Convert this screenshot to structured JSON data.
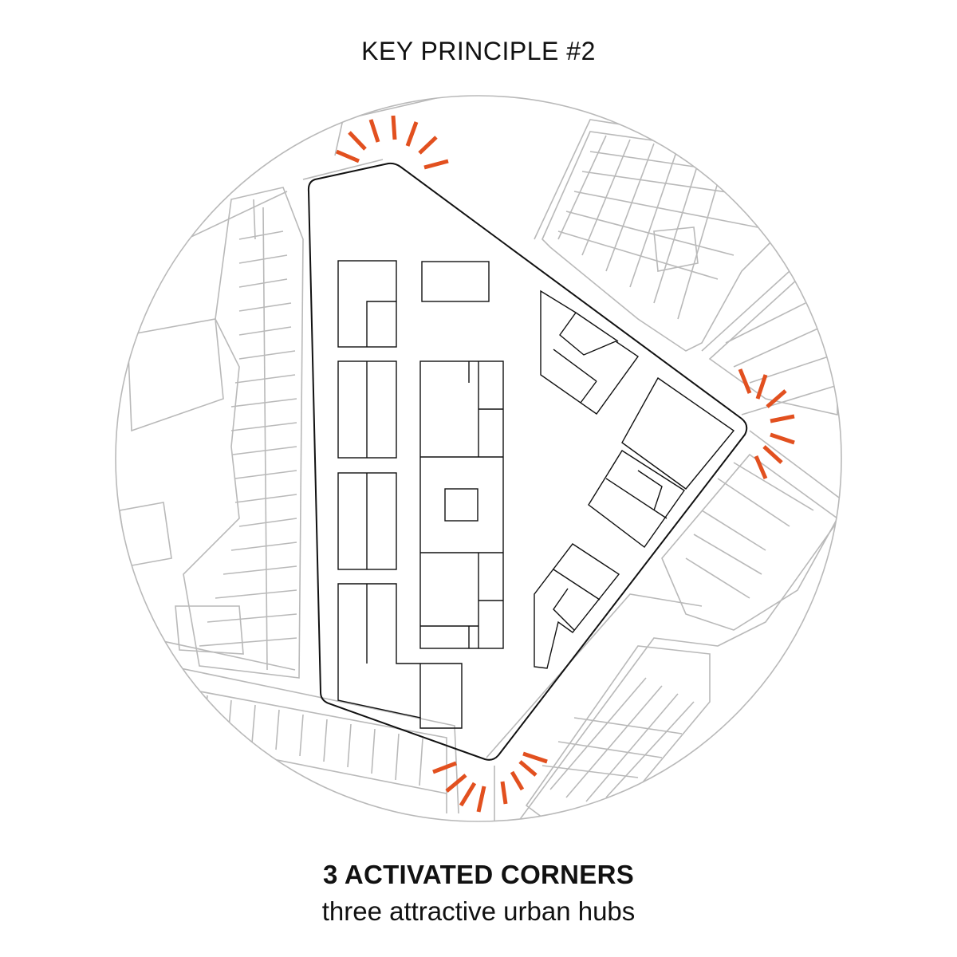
{
  "header": {
    "title": "KEY PRINCIPLE #2"
  },
  "caption": {
    "title": "3 ACTIVATED CORNERS",
    "subtitle": "three attractive urban hubs"
  },
  "colors": {
    "accent": "#e2501f",
    "site_outline": "#111111",
    "context_lines": "#b9b9b9",
    "background": "#ffffff"
  },
  "activated_corners": [
    "north",
    "east",
    "south"
  ]
}
